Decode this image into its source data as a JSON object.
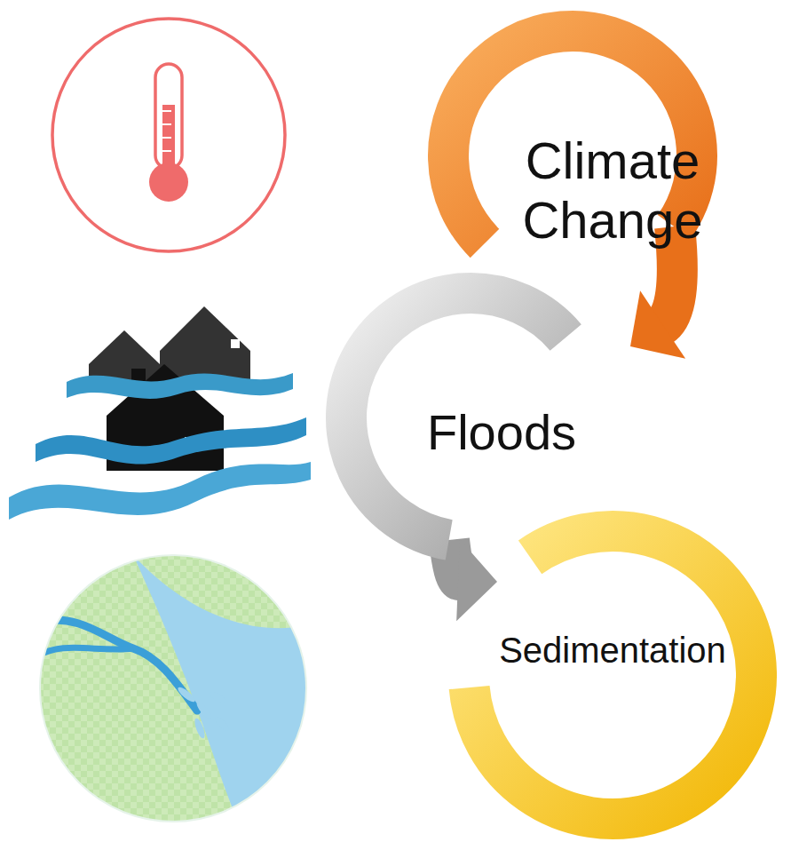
{
  "diagram": {
    "nodes": [
      {
        "text": [
          "Climate Change"
        ]
      },
      {
        "text": [
          "Floods"
        ]
      },
      {
        "text": [
          "Sedimentation"
        ]
      }
    ],
    "edges": [
      {
        "from": 0,
        "to": 1,
        "arrow": "to"
      },
      {
        "from": 1,
        "to": 2,
        "arrow": "to"
      }
    ]
  }
}
